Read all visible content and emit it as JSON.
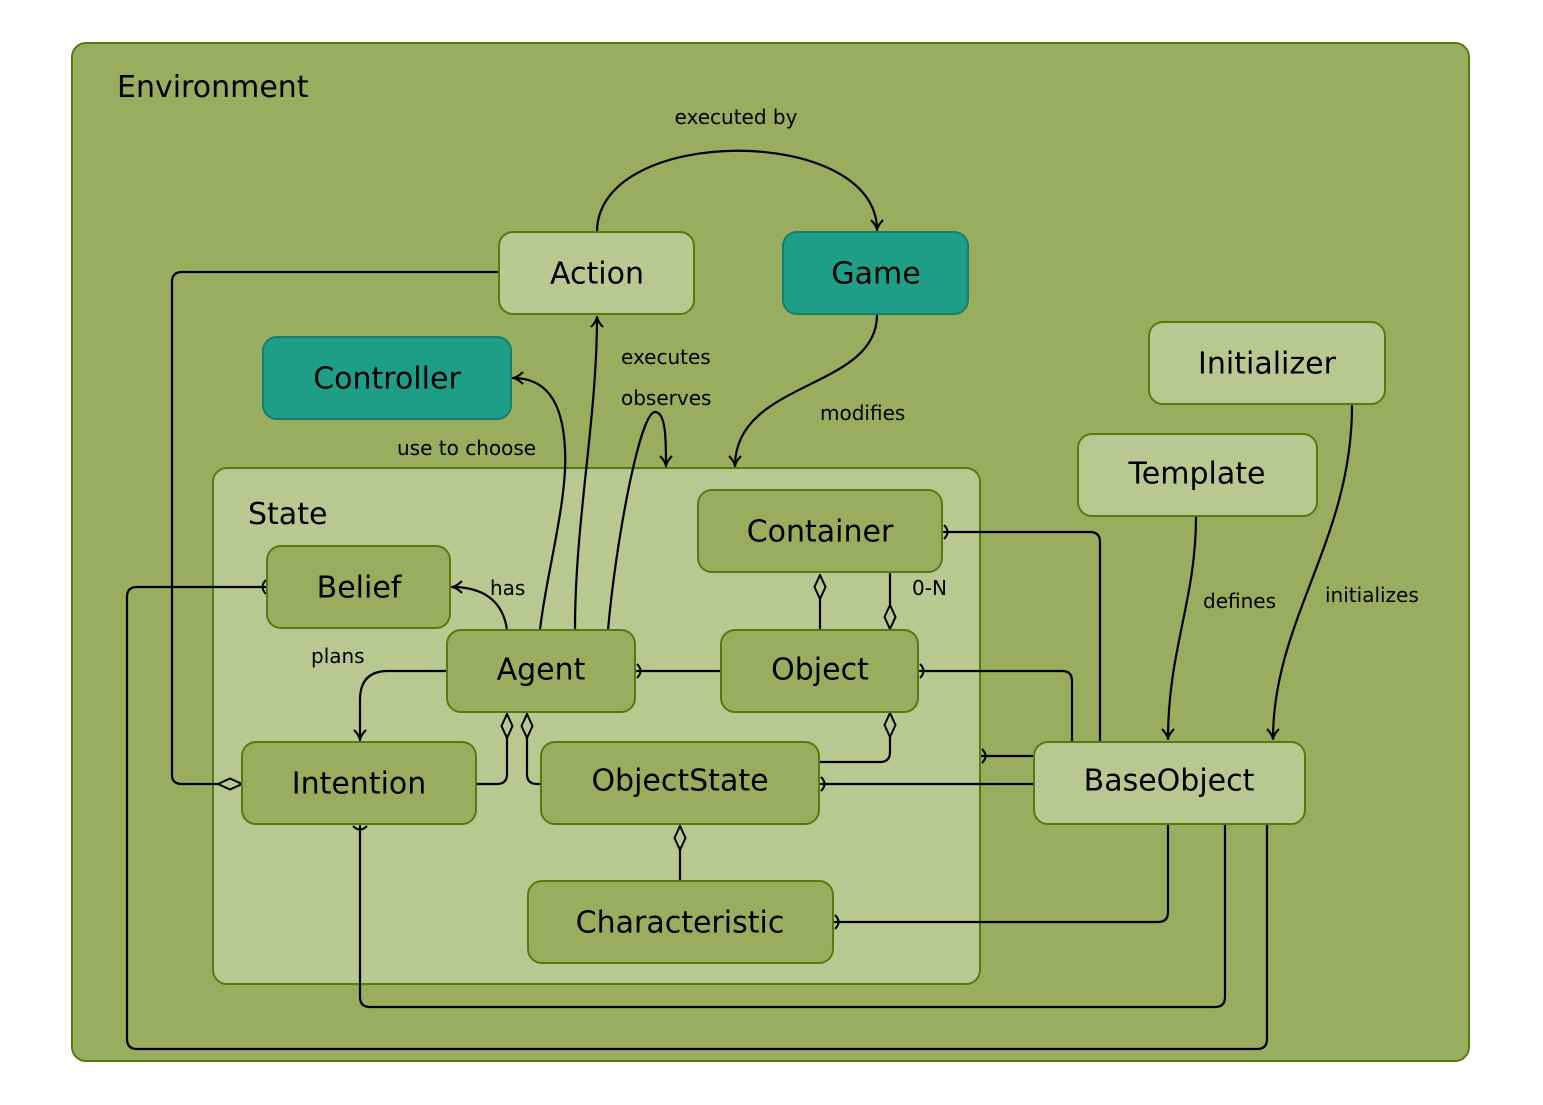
{
  "colors": {
    "environment_fill": "#98ae5e",
    "environment_stroke": "#577a10",
    "state_fill": "#b7c891",
    "light_node_fill": "#b7c891",
    "mid_node_fill": "#98ae5e",
    "teal_node_fill": "#1e9e86",
    "teal_node_stroke": "#177e6c",
    "node_stroke": "#577a10",
    "edge": "#000000"
  },
  "environment": {
    "label": "Environment"
  },
  "state": {
    "label": "State"
  },
  "nodes": {
    "action": "Action",
    "game": "Game",
    "controller": "Controller",
    "initializer": "Initializer",
    "template": "Template",
    "container": "Container",
    "belief": "Belief",
    "agent": "Agent",
    "object": "Object",
    "intention": "Intention",
    "object_state": "ObjectState",
    "base_object": "BaseObject",
    "characteristic": "Characteristic"
  },
  "edge_labels": {
    "executed_by": "executed by",
    "executes": "executes",
    "observes": "observes",
    "modifies": "modifies",
    "use_to_choose": "use to choose",
    "has": "has",
    "plans": "plans",
    "zero_to_n": "0-N",
    "defines": "defines",
    "initializes": "initializes"
  }
}
